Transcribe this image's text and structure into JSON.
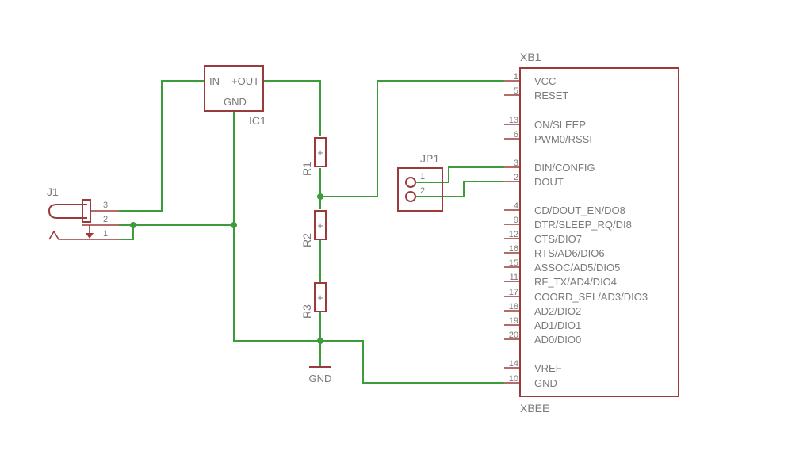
{
  "colors": {
    "wire": "#3c9c3c",
    "part": "#9b3a3a",
    "text": "#7a7a7a"
  },
  "connector": {
    "name": "J1",
    "pins": [
      "3",
      "2",
      "1"
    ]
  },
  "regulator": {
    "name": "IC1",
    "in_label": "IN",
    "out_label": "+OUT",
    "gnd_label": "GND"
  },
  "resistors": [
    "R1",
    "R2",
    "R3"
  ],
  "ground_label": "GND",
  "jumper": {
    "name": "JP1",
    "pins": [
      "1",
      "2"
    ]
  },
  "xbee": {
    "name": "XB1",
    "value": "XBEE",
    "pins": [
      {
        "num": "1",
        "label": "VCC"
      },
      {
        "num": "5",
        "label": "RESET"
      },
      {
        "num": "13",
        "label": "ON/SLEEP"
      },
      {
        "num": "6",
        "label": "PWM0/RSSI"
      },
      {
        "num": "3",
        "label": "DIN/CONFIG"
      },
      {
        "num": "2",
        "label": "DOUT"
      },
      {
        "num": "4",
        "label": "CD/DOUT_EN/DO8"
      },
      {
        "num": "9",
        "label": "DTR/SLEEP_RQ/DI8"
      },
      {
        "num": "12",
        "label": "CTS/DIO7"
      },
      {
        "num": "16",
        "label": "RTS/AD6/DIO6"
      },
      {
        "num": "15",
        "label": "ASSOC/AD5/DIO5"
      },
      {
        "num": "11",
        "label": "RF_TX/AD4/DIO4"
      },
      {
        "num": "17",
        "label": "COORD_SEL/AD3/DIO3"
      },
      {
        "num": "18",
        "label": "AD2/DIO2"
      },
      {
        "num": "19",
        "label": "AD1/DIO1"
      },
      {
        "num": "20",
        "label": "AD0/DIO0"
      },
      {
        "num": "14",
        "label": "VREF"
      },
      {
        "num": "10",
        "label": "GND"
      }
    ]
  }
}
